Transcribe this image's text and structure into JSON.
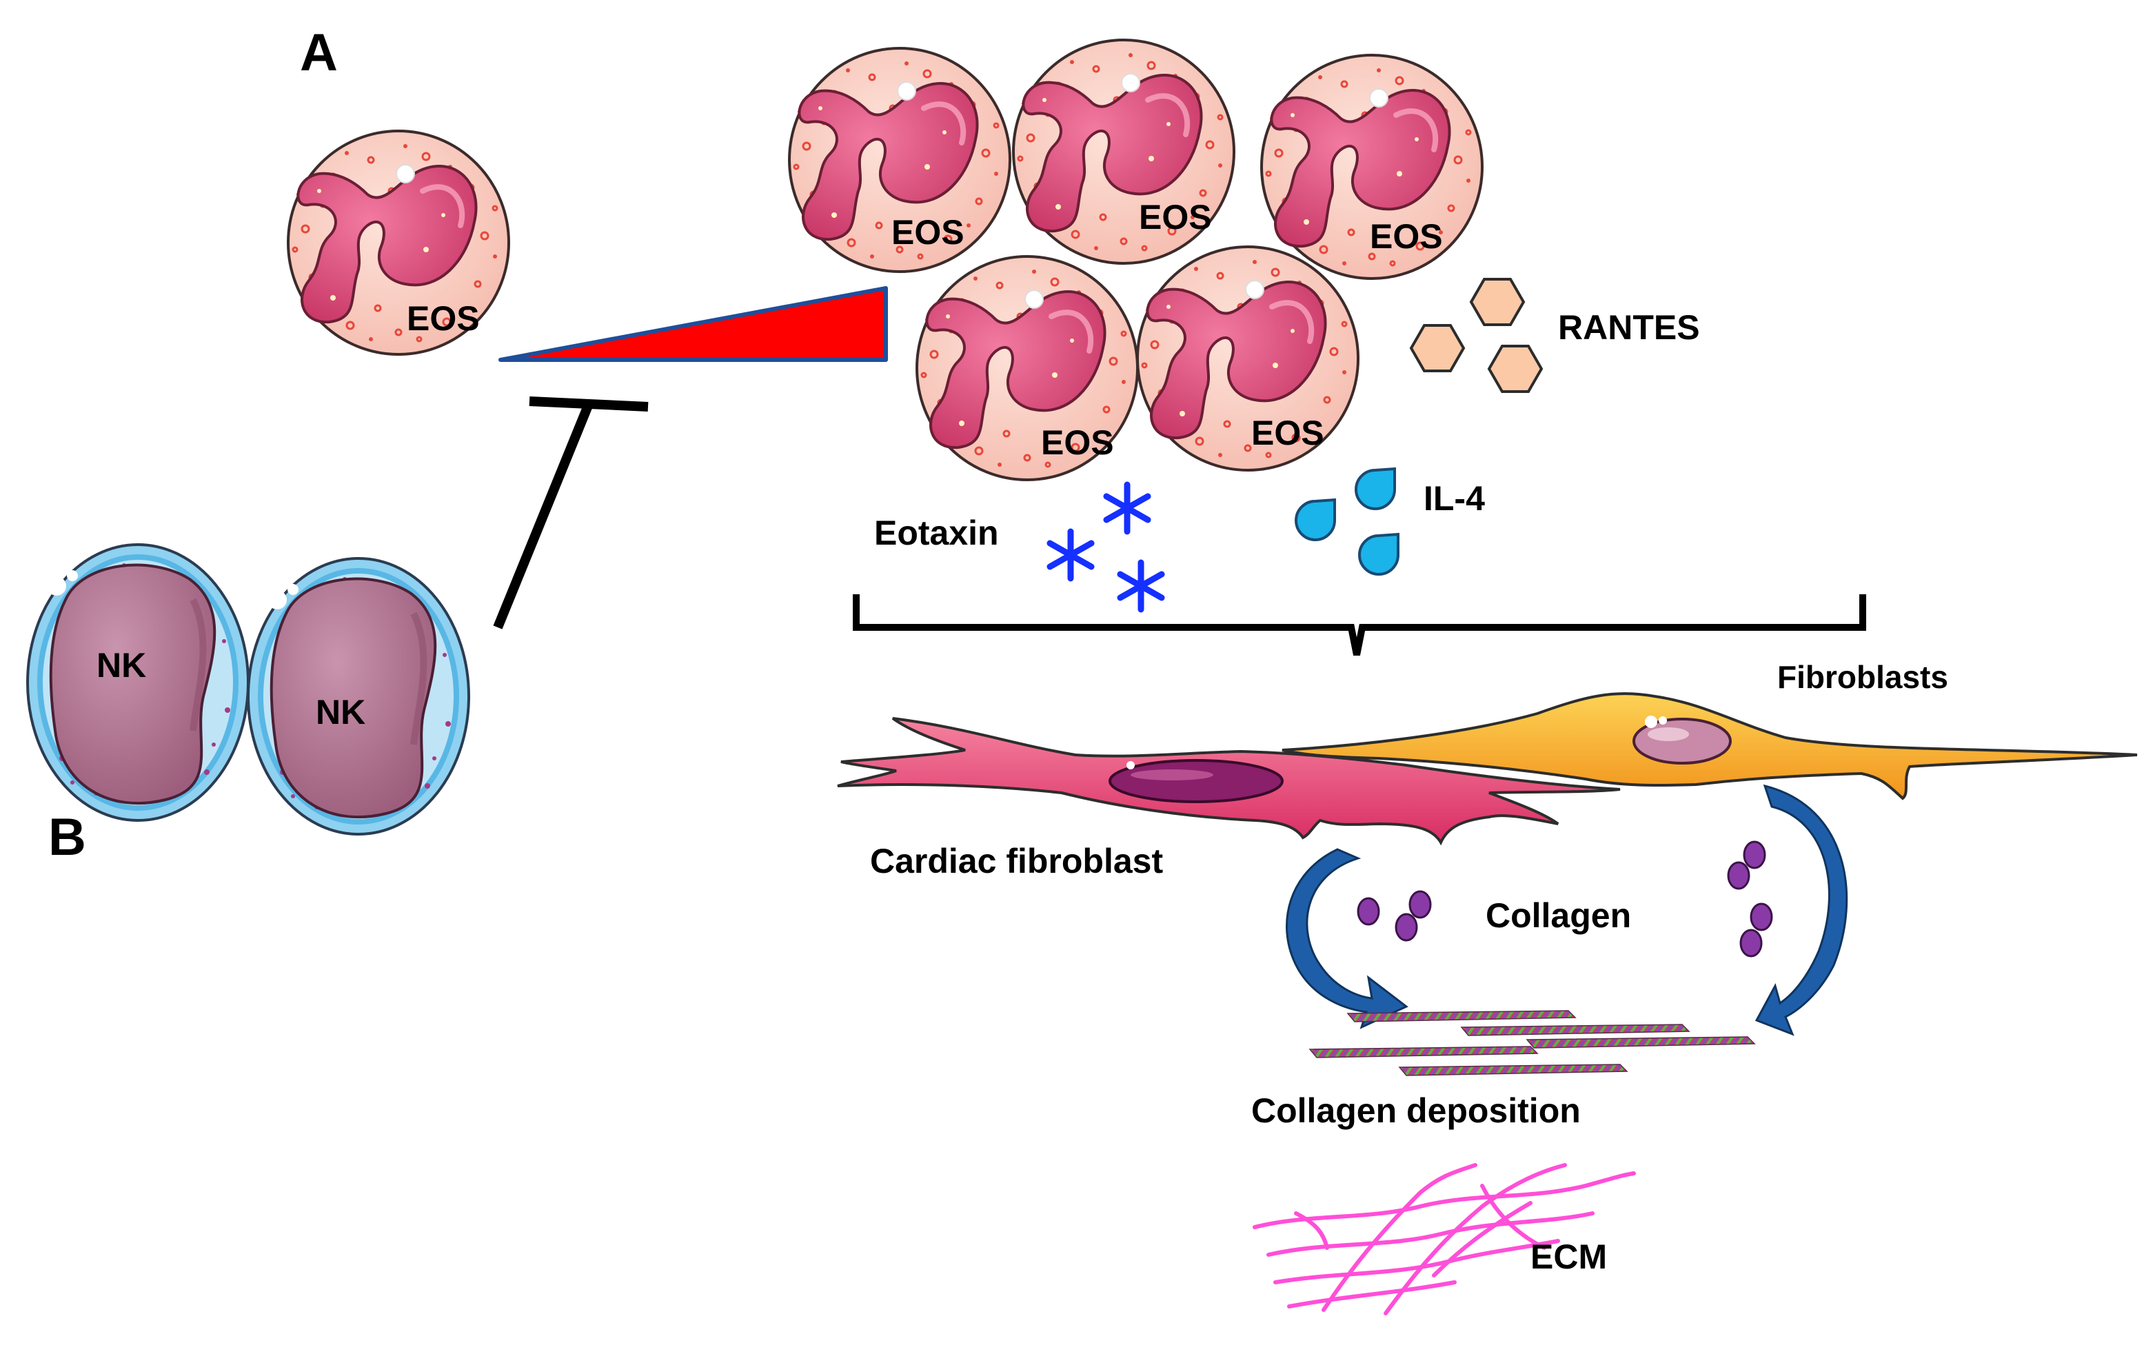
{
  "panels": {
    "a": "A",
    "b": "B"
  },
  "cells": {
    "eos": "EOS",
    "nk": "NK"
  },
  "mediators": {
    "rantes": "RANTES",
    "il4": "IL-4",
    "eotaxin": "Eotaxin"
  },
  "fibro": {
    "fibroblasts": "Fibroblasts",
    "cardiac": "Cardiac fibroblast"
  },
  "collagen": {
    "collagen": "Collagen",
    "deposition": "Collagen deposition"
  },
  "ecm": "ECM",
  "colors": {
    "eos_cytoplasm": "#f9cfc4",
    "eos_nucleus": "#e0527f",
    "nk_membrane": "#58b7e5",
    "nk_nucleus": "#b57a95",
    "gradient_red": "#ff0000",
    "gradient_blue": "#1f4e9a",
    "rantes": "#fcc9a7",
    "il4": "#1ab3ea",
    "eotaxin": "#1530ff",
    "fibroblast_orange": "#f5a623",
    "fibroblast_pink": "#e8437a",
    "collagen_purple": "#8a3aa6",
    "arrow_blue": "#1e5ea8",
    "ecm_magenta": "#ff4fd8"
  }
}
